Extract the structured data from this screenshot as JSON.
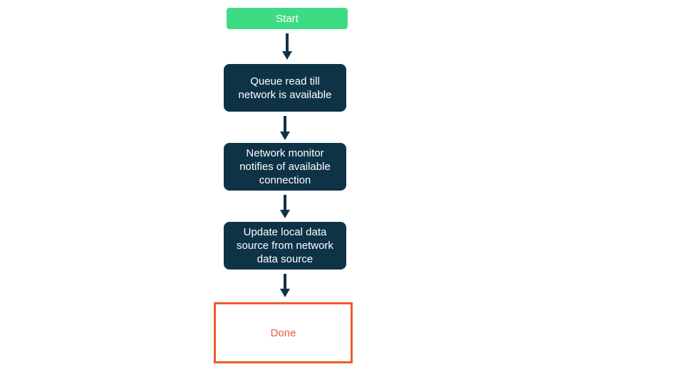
{
  "colors": {
    "start_fill": "#3ddc84",
    "process_fill": "#0e3347",
    "end_border": "#ef5b2e",
    "end_text": "#ef5b2e",
    "node_text": "#ffffff",
    "arrow": "#0e3347",
    "background": "#ffffff"
  },
  "flowchart": {
    "type": "vertical-flowchart",
    "nodes": [
      {
        "id": "start",
        "type": "start",
        "label": "Start"
      },
      {
        "id": "queue-read",
        "type": "process",
        "label": "Queue read till network is available"
      },
      {
        "id": "network-monitor",
        "type": "process",
        "label": "Network monitor notifies of available connection"
      },
      {
        "id": "update-local-data",
        "type": "process",
        "label": "Update local data source from network data source"
      },
      {
        "id": "done",
        "type": "end",
        "label": "Done"
      }
    ],
    "edges": [
      {
        "from": "start",
        "to": "queue-read"
      },
      {
        "from": "queue-read",
        "to": "network-monitor"
      },
      {
        "from": "network-monitor",
        "to": "update-local-data"
      },
      {
        "from": "update-local-data",
        "to": "done"
      }
    ]
  }
}
